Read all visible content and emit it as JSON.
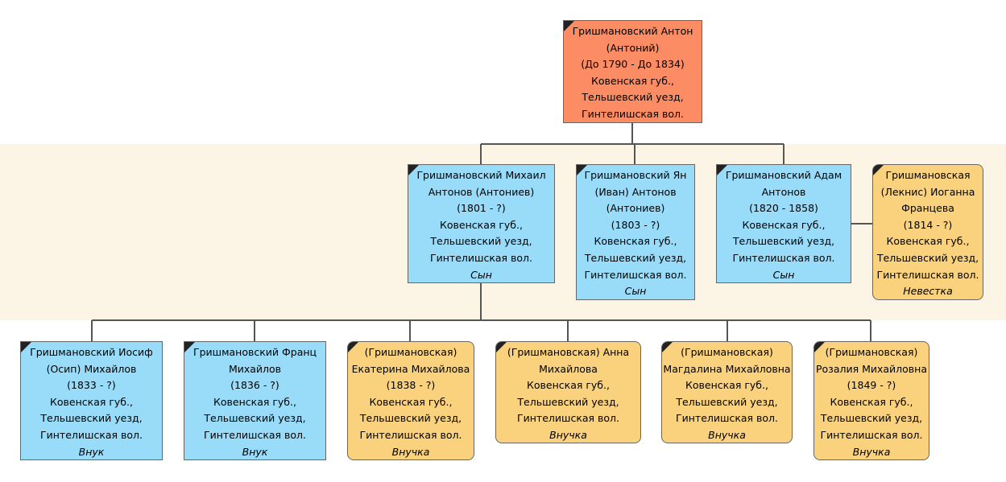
{
  "colors": {
    "root": "#fc8c64",
    "male": "#99dcf9",
    "female": "#fad27e",
    "band": "#fcf5e6",
    "connector": "#555555"
  },
  "root": {
    "lines": [
      "Гришмановский Антон",
      "(Антоний)",
      "(До 1790 - До 1834)",
      "Ковенская губ.,",
      "Тельшевский уезд,",
      "Гинтелишская вол."
    ],
    "icon": "deceased-ribbon-icon"
  },
  "children": [
    {
      "gender": "male",
      "lines": [
        "Гришмановский Михаил",
        "Антонов (Антониев)",
        "(1801 - ?)",
        "Ковенская губ.,",
        "Тельшевский уезд,",
        "Гинтелишская вол."
      ],
      "relation": "Сын"
    },
    {
      "gender": "male",
      "lines": [
        "Гришмановский Ян",
        "(Иван) Антонов",
        "(Антониев)",
        "(1803 - ?)",
        "Ковенская губ.,",
        "Тельшевский уезд,",
        "Гинтелишская вол."
      ],
      "relation": "Сын"
    },
    {
      "gender": "male",
      "lines": [
        "Гришмановский Адам",
        "Антонов",
        "(1820 - 1858)",
        "Ковенская губ.,",
        "Тельшевский уезд,",
        "Гинтелишская вол."
      ],
      "relation": "Сын"
    },
    {
      "gender": "female",
      "lines": [
        "Гришмановская",
        "(Лекнис) Иоганна",
        "Францева",
        "(1814 - ?)",
        "Ковенская губ.,",
        "Тельшевский уезд,",
        "Гинтелишская вол."
      ],
      "relation": "Невестка"
    }
  ],
  "grandchildren": [
    {
      "gender": "male",
      "lines": [
        "Гришмановский Иосиф",
        "(Осип) Михайлов",
        "(1833 - ?)",
        "Ковенская губ.,",
        "Тельшевский уезд,",
        "Гинтелишская вол."
      ],
      "relation": "Внук"
    },
    {
      "gender": "male",
      "lines": [
        "Гришмановский Франц",
        "Михайлов",
        "(1836 - ?)",
        "Ковенская губ.,",
        "Тельшевский уезд,",
        "Гинтелишская вол."
      ],
      "relation": "Внук"
    },
    {
      "gender": "female",
      "lines": [
        "(Гришмановская)",
        "Екатерина Михайлова",
        "(1838 - ?)",
        "Ковенская губ.,",
        "Тельшевский уезд,",
        "Гинтелишская вол."
      ],
      "relation": "Внучка"
    },
    {
      "gender": "female",
      "lines": [
        "(Гришмановская) Анна",
        "Михайлова",
        "Ковенская губ.,",
        "Тельшевский уезд,",
        "Гинтелишская вол."
      ],
      "relation": "Внучка"
    },
    {
      "gender": "female",
      "lines": [
        "(Гришмановская)",
        "Магдалина Михайловна",
        "Ковенская губ.,",
        "Тельшевский уезд,",
        "Гинтелишская вол."
      ],
      "relation": "Внучка"
    },
    {
      "gender": "female",
      "lines": [
        "(Гришмановская)",
        "Розалия Михайловна",
        "(1849 - ?)",
        "Ковенская губ.,",
        "Тельшевский уезд,",
        "Гинтелишская вол."
      ],
      "relation": "Внучка"
    }
  ]
}
